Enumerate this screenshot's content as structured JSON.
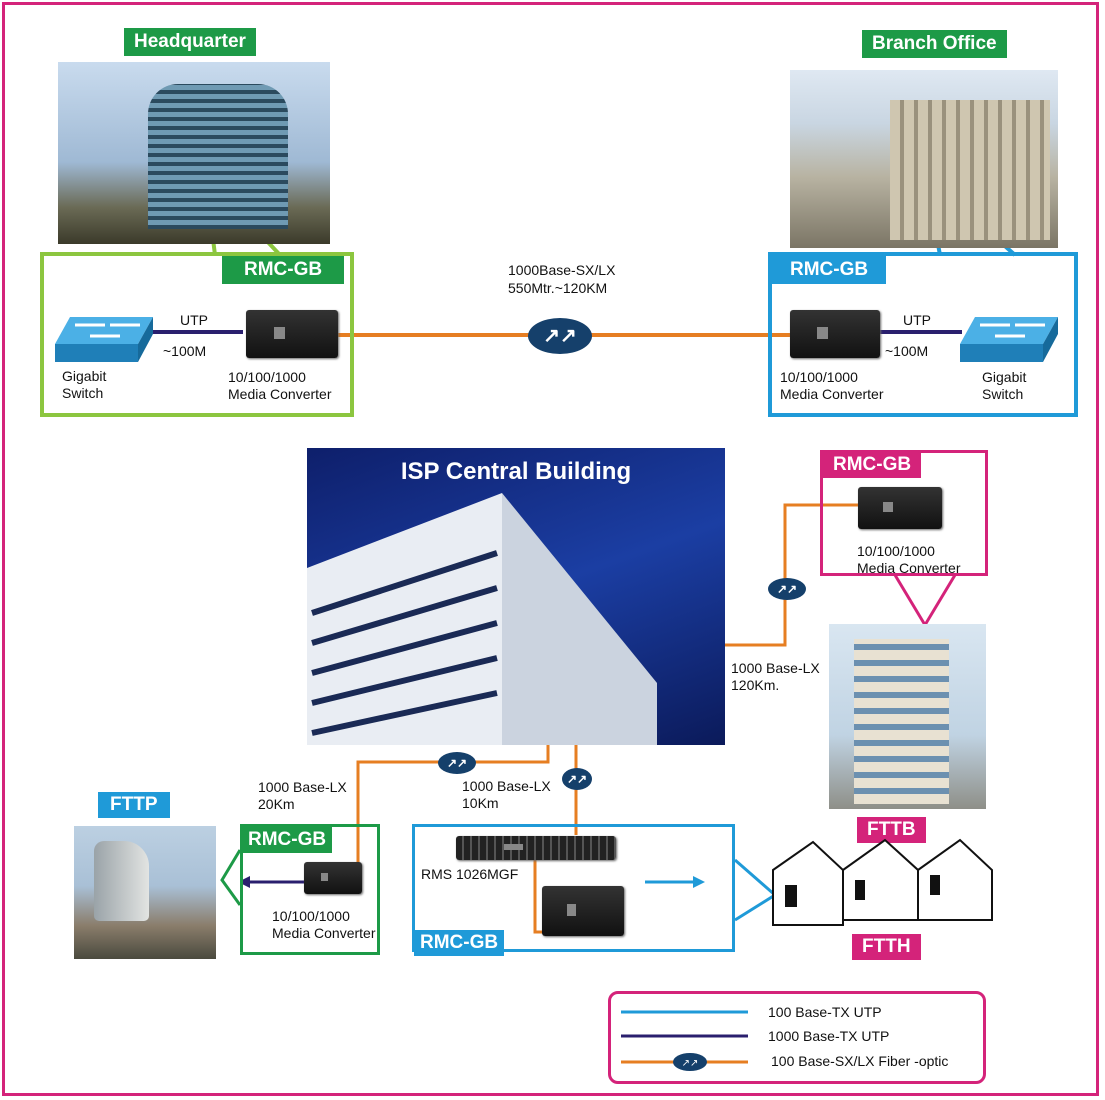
{
  "colors": {
    "frame": "#d4237a",
    "green": "#1d9a47",
    "blue": "#1f9ad8",
    "pink": "#d4237a",
    "fiber": "#e67e22",
    "utp_1000": "#2a1f6e",
    "utp_100": "#1f9ad8",
    "fiber_icon": "#15406b"
  },
  "headquarter": {
    "title": "Headquarter",
    "box_label": "RMC-GB",
    "switch_label": [
      "Gigabit",
      "Switch"
    ],
    "utp_label": "UTP",
    "distance": "~100M",
    "converter_label": [
      "10/100/1000",
      "Media Converter"
    ]
  },
  "branch": {
    "title": "Branch Office",
    "box_label": "RMC-GB",
    "switch_label": [
      "Gigabit",
      "Switch"
    ],
    "utp_label": "UTP",
    "distance": "~100M",
    "converter_label": [
      "10/100/1000",
      "Media Converter"
    ]
  },
  "link_top": {
    "line1": "1000Base-SX/LX",
    "line2": "550Mtr.~120KM"
  },
  "isp": {
    "title": "ISP Central Building"
  },
  "fttb": {
    "box_label": "RMC-GB",
    "converter_label": [
      "10/100/1000",
      "Media Converter"
    ],
    "link_label": [
      "1000 Base-LX",
      "120Km."
    ],
    "tag": "FTTB"
  },
  "fttp": {
    "tag": "FTTP",
    "box_label": "RMC-GB",
    "converter_label": [
      "10/100/1000",
      "Media Converter"
    ],
    "link_label": [
      "1000 Base-LX",
      "20Km"
    ]
  },
  "ftth": {
    "tag": "FTTH",
    "box_label": "RMC-GB",
    "switch_label": "RMS 1026MGF",
    "link_label": [
      "1000 Base-LX",
      "10Km"
    ]
  },
  "legend": {
    "items": [
      {
        "label": "100 Base-TX UTP",
        "color": "#1f9ad8"
      },
      {
        "label": "1000 Base-TX UTP",
        "color": "#2a1f6e"
      },
      {
        "label": "100 Base-SX/LX Fiber -optic",
        "color": "#e67e22"
      }
    ]
  }
}
